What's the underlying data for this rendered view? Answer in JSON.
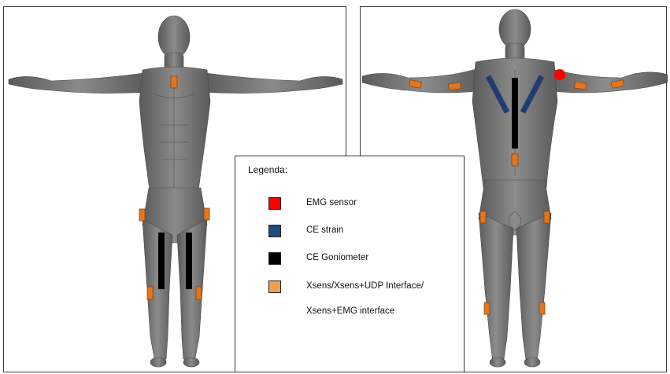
{
  "legend": {
    "title": "Legenda:",
    "items": [
      {
        "label": "EMG sensor",
        "color": "#ff0000"
      },
      {
        "label": "CE strain",
        "color": "#1f4e79"
      },
      {
        "label": "CE Goniometer",
        "color": "#000000"
      },
      {
        "label": "Xsens/Xsens+UDP Interface/",
        "color": "#f0a050"
      }
    ],
    "continuation": "Xsens+EMG interface"
  },
  "colors": {
    "emg": "#ff0000",
    "strain": "#1f3e6e",
    "goniometer": "#000000",
    "xsens": "#e3751f",
    "skin": "#6e6e6e"
  }
}
